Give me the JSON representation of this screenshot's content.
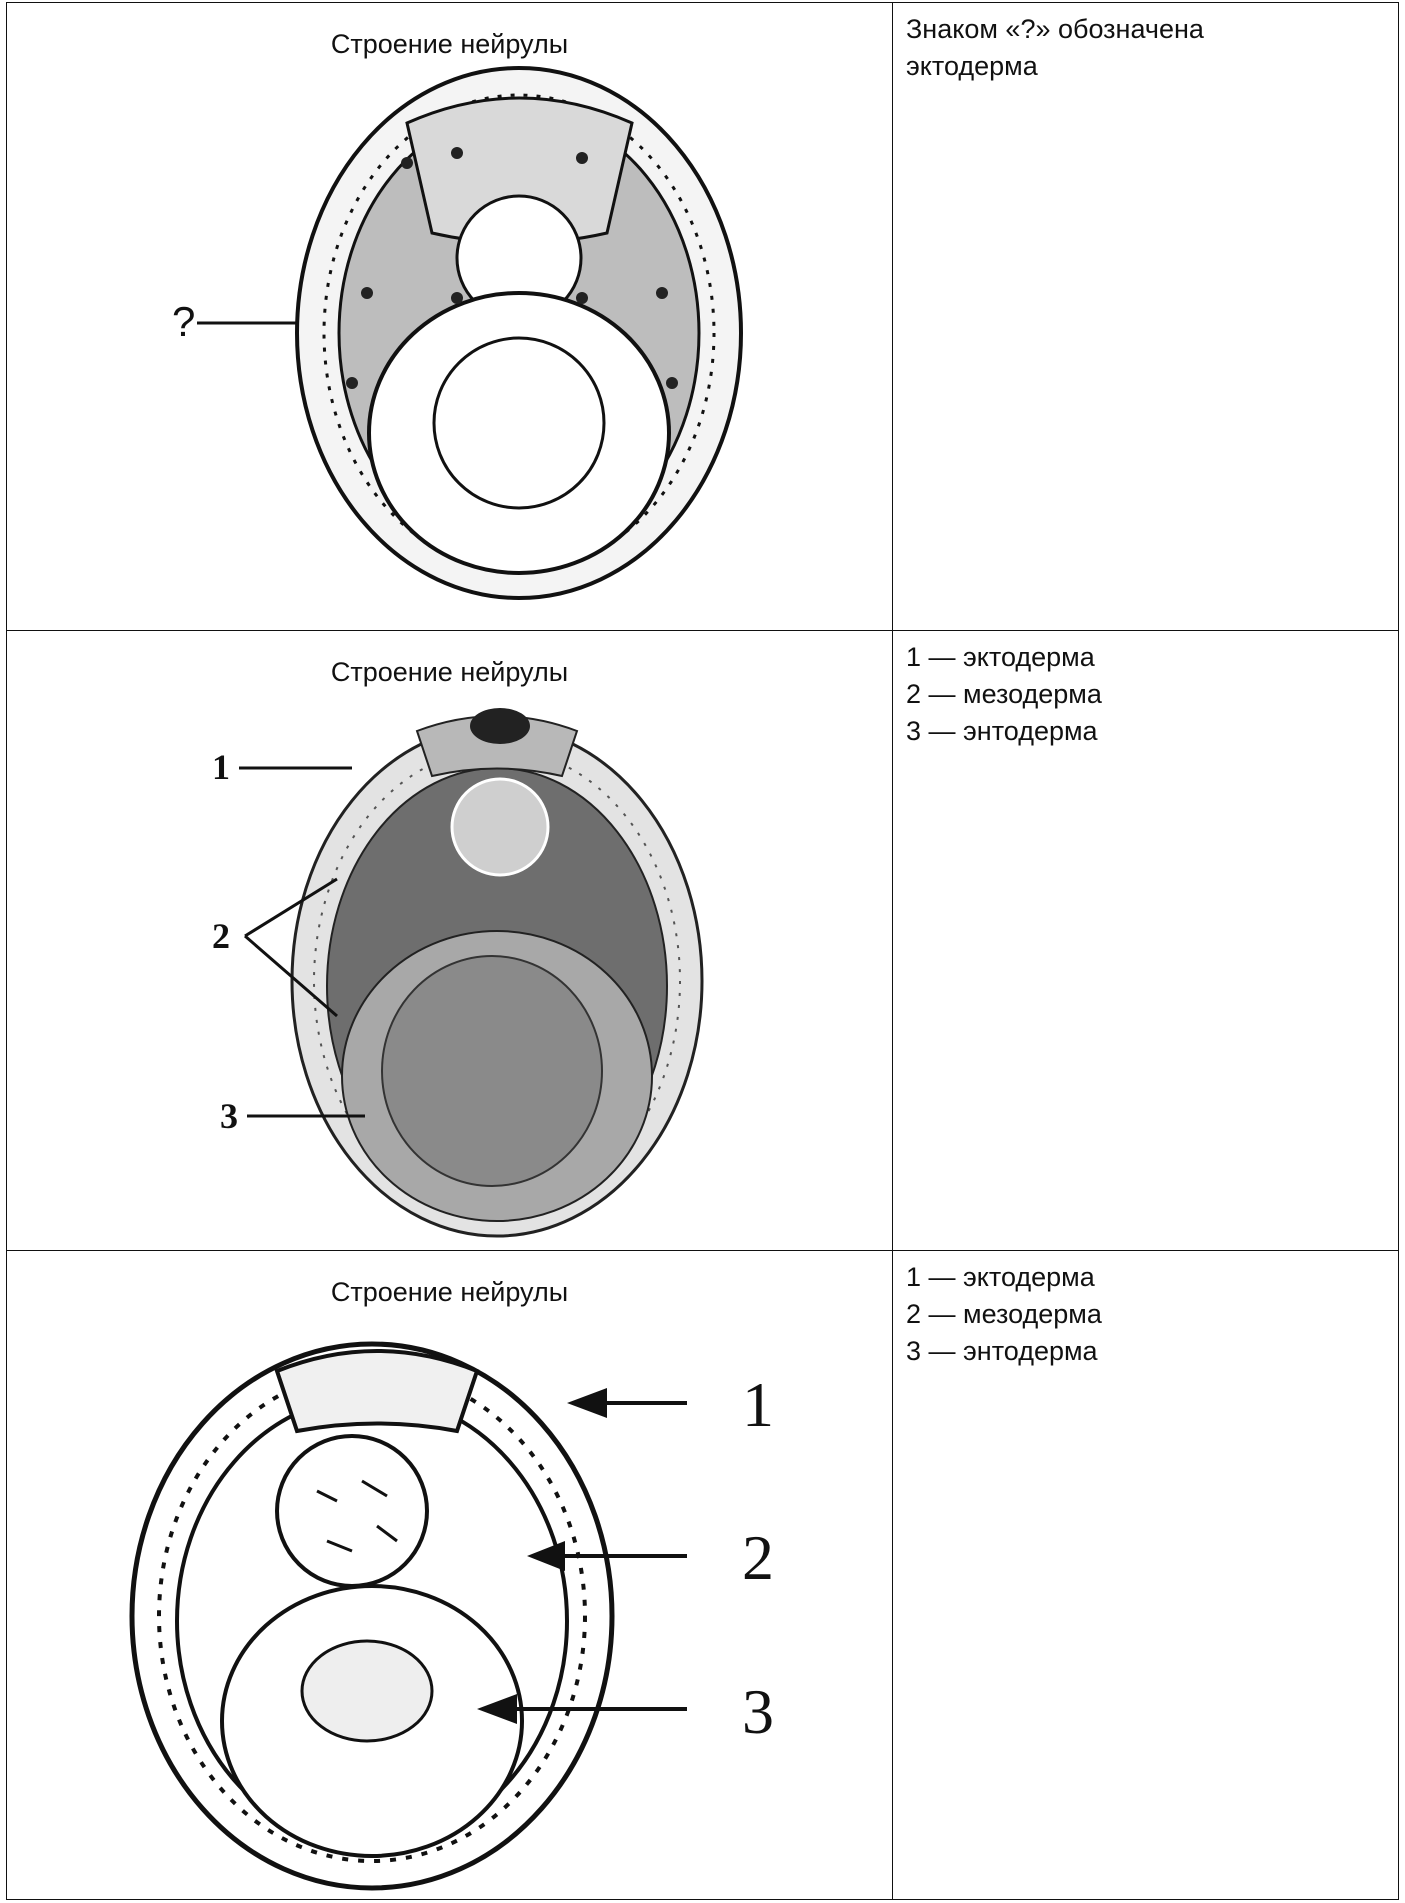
{
  "rows": [
    {
      "caption": "Строение нейрулы",
      "labels": [
        "?"
      ],
      "answer_lines": [
        "Знаком «?» обозначена",
        "эктодерма"
      ]
    },
    {
      "caption": "Строение нейрулы",
      "labels": [
        "1",
        "2",
        "3"
      ],
      "answer_lines": [
        "1 — эктодерма",
        "2 — мезодерма",
        "3 — энтодерма"
      ]
    },
    {
      "caption": "Строение нейрулы",
      "labels": [
        "1",
        "2",
        "3"
      ],
      "answer_lines": [
        "1 — эктодерма",
        "2 — мезодерма",
        "3 — энтодерма"
      ]
    }
  ]
}
